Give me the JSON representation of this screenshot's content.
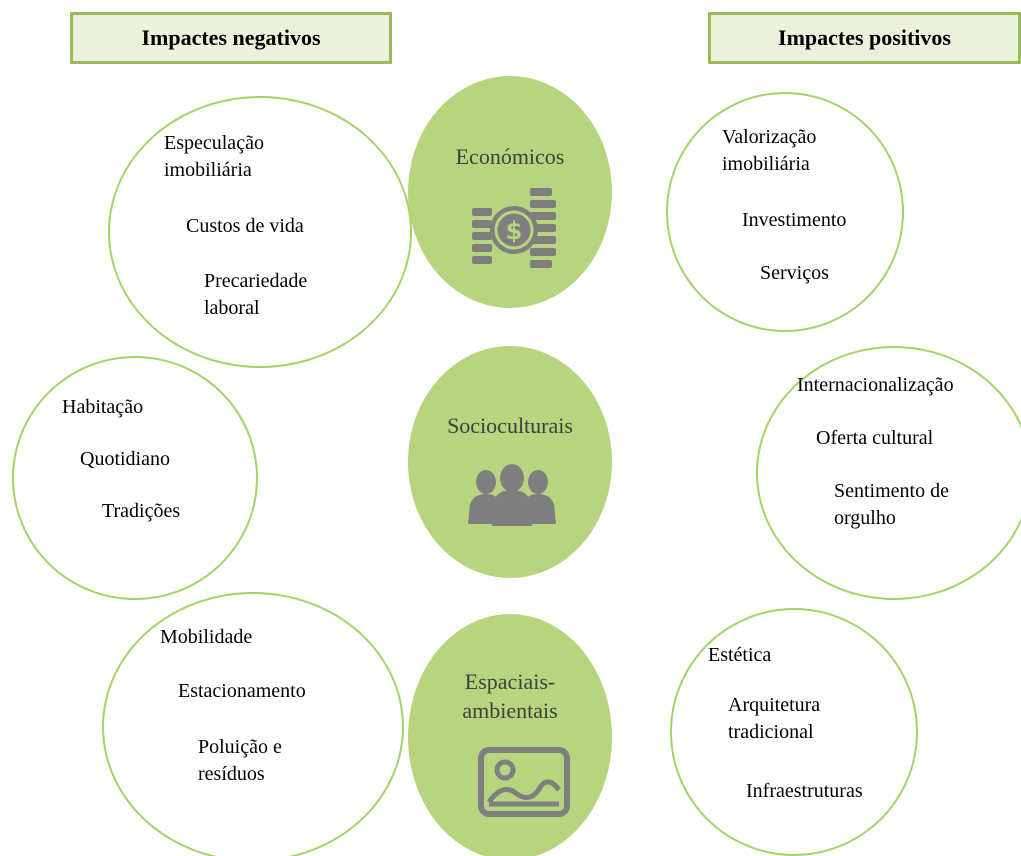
{
  "headers": {
    "negative": "Impactes negativos",
    "positive": "Impactes positivos"
  },
  "categories": {
    "economic": {
      "title": "Económicos",
      "icon": "coins-dollar-icon"
    },
    "sociocultural": {
      "title": "Socioculturais",
      "icon": "people-group-icon"
    },
    "spatial": {
      "title_line1": "Espaciais-",
      "title_line2": "ambientais",
      "icon": "landscape-picture-icon"
    }
  },
  "negative": {
    "economic": {
      "speculation_line1": "Especulação",
      "speculation_line2": "imobiliária",
      "living_costs": "Custos de vida",
      "precarity_line1": "Precariedade",
      "precarity_line2": "laboral"
    },
    "sociocultural": {
      "housing": "Habitação",
      "daily_life": "Quotidiano",
      "traditions": "Tradições"
    },
    "spatial": {
      "mobility": "Mobilidade",
      "parking": "Estacionamento",
      "pollution_line1": "Poluição e",
      "pollution_line2": "resíduos"
    }
  },
  "positive": {
    "economic": {
      "valuation_line1": "Valorização",
      "valuation_line2": "imobiliária",
      "investment": "Investimento",
      "services": "Serviços"
    },
    "sociocultural": {
      "internationalization": "Internacionalização",
      "cultural_offer": "Oferta cultural",
      "pride_line1": "Sentimento de",
      "pride_line2": "orgulho"
    },
    "spatial": {
      "aesthetics": "Estética",
      "architecture_line1": "Arquitetura",
      "architecture_line2": "tradicional",
      "infrastructure": "Infraestruturas"
    }
  },
  "colors": {
    "ring_outline": "#a3d468",
    "disc_fill": "#b6d57e",
    "header_fill": "#ebf1dd",
    "header_border": "#9bbb59",
    "icon_gray": "#7f7f7f"
  }
}
